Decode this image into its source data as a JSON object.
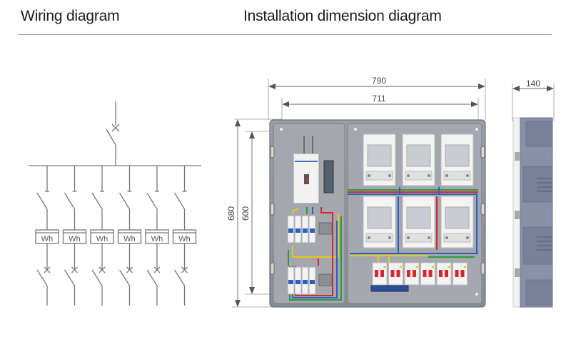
{
  "headings": {
    "wiring": "Wiring diagram",
    "installation": "Installation dimension diagram"
  },
  "wiring_diagram": {
    "main_breaker": "circuit-breaker",
    "branch_count": 6,
    "meter_label": "Wh",
    "branches": [
      {
        "meter": "Wh"
      },
      {
        "meter": "Wh"
      },
      {
        "meter": "Wh"
      },
      {
        "meter": "Wh"
      },
      {
        "meter": "Wh"
      },
      {
        "meter": "Wh"
      }
    ]
  },
  "installation_diagram": {
    "dimensions_mm": {
      "outer_width": "790",
      "inner_width": "711",
      "outer_height": "680",
      "inner_height": "600",
      "depth": "140"
    },
    "enclosure": {
      "meter_slots": 6,
      "branch_breakers": 6,
      "wire_colors": {
        "yellow": "#e8c81a",
        "green": "#2e9a3c",
        "red": "#d8262c",
        "blue": "#2a5fc4"
      },
      "body_color": "#8e9299",
      "side_panel_color": "#8a90a8"
    }
  }
}
